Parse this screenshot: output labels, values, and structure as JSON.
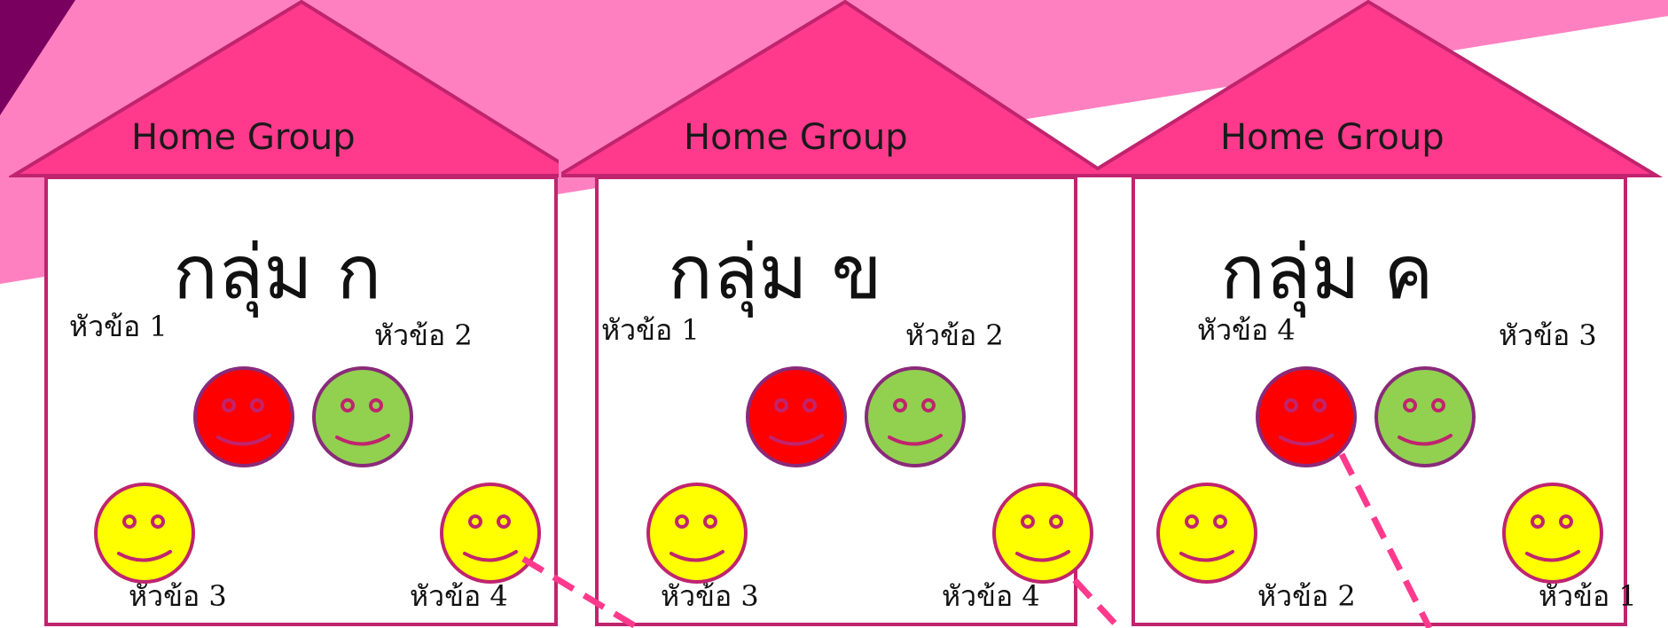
{
  "colors": {
    "accent_pink": "#ff3a8c",
    "light_pink": "#ff80c0",
    "deep_purple": "#7a0060",
    "outline": "#c0246e",
    "red_face": "#ff0000",
    "green_face": "#92d050",
    "yellow_face": "#ffff00"
  },
  "houses": [
    {
      "label": "Home Group",
      "title": "กลุ่ม ก",
      "topics": {
        "tl": "หัวข้อ 1",
        "tr": "หัวข้อ 2",
        "bl": "หัวข้อ 3",
        "br": "หัวข้อ 4"
      }
    },
    {
      "label": "Home Group",
      "title": "กลุ่ม ข",
      "topics": {
        "tl": "หัวข้อ 1",
        "tr": "หัวข้อ 2",
        "bl": "หัวข้อ 3",
        "br": "หัวข้อ 4"
      }
    },
    {
      "label": "Home Group",
      "title": "กลุ่ม ค",
      "topics": {
        "tl": "หัวข้อ 4",
        "tr": "หัวข้อ 3",
        "bl": "หัวข้อ 2",
        "br": "หัวข้อ 1"
      }
    }
  ]
}
